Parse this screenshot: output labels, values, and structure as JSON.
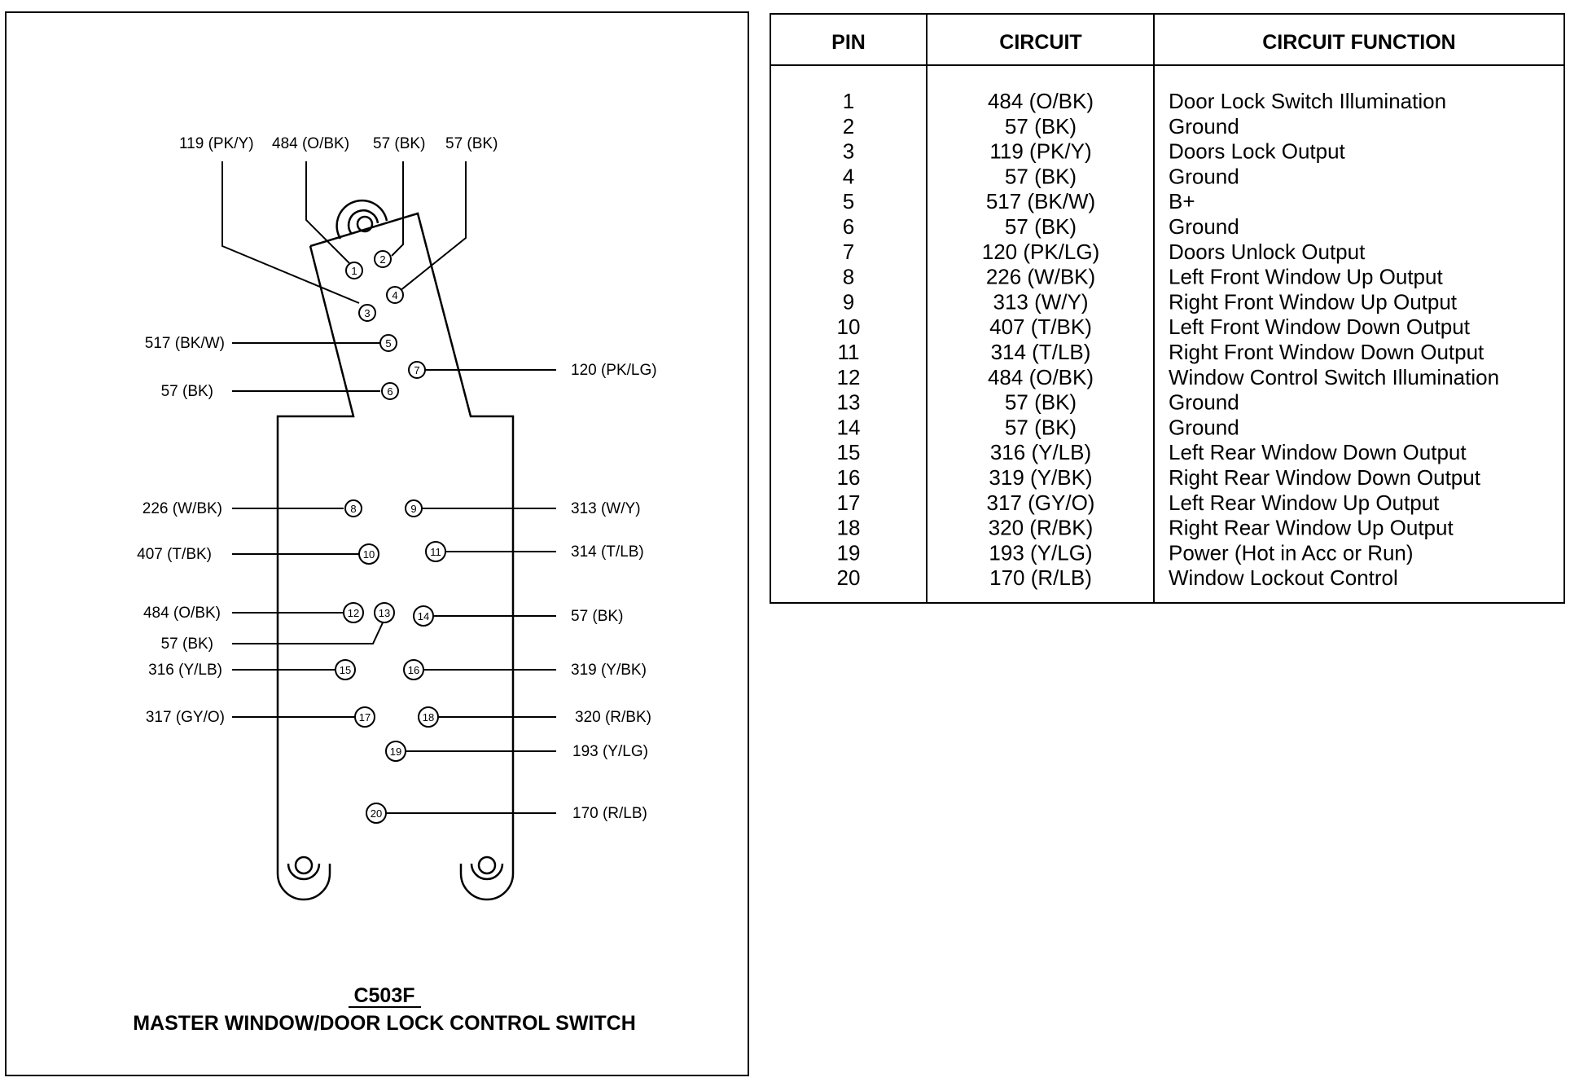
{
  "diagram": {
    "connector_id": "C503F",
    "title": "MASTER WINDOW/DOOR LOCK CONTROL SWITCH",
    "pins": [
      {
        "pin": "1",
        "label": "484 (O/BK)"
      },
      {
        "pin": "2",
        "label": "57 (BK)"
      },
      {
        "pin": "3",
        "label": "119 (PK/Y)"
      },
      {
        "pin": "4",
        "label": "57 (BK)"
      },
      {
        "pin": "5",
        "label": "517 (BK/W)"
      },
      {
        "pin": "6",
        "label": "57 (BK)"
      },
      {
        "pin": "7",
        "label": "120 (PK/LG)"
      },
      {
        "pin": "8",
        "label": "226 (W/BK)"
      },
      {
        "pin": "9",
        "label": "313 (W/Y)"
      },
      {
        "pin": "10",
        "label": "407 (T/BK)"
      },
      {
        "pin": "11",
        "label": "314 (T/LB)"
      },
      {
        "pin": "12",
        "label": "484 (O/BK)"
      },
      {
        "pin": "13",
        "label": "57 (BK)"
      },
      {
        "pin": "14",
        "label": "57 (BK)"
      },
      {
        "pin": "15",
        "label": "316 (Y/LB)"
      },
      {
        "pin": "16",
        "label": "319 (Y/BK)"
      },
      {
        "pin": "17",
        "label": "317 (GY/O)"
      },
      {
        "pin": "18",
        "label": "320 (R/BK)"
      },
      {
        "pin": "19",
        "label": "193 (Y/LG)"
      },
      {
        "pin": "20",
        "label": "170 (R/LB)"
      }
    ]
  },
  "table": {
    "headers": [
      "PIN",
      "CIRCUIT",
      "CIRCUIT FUNCTION"
    ],
    "rows": [
      [
        "1",
        "484 (O/BK)",
        "Door Lock Switch Illumination"
      ],
      [
        "2",
        "57 (BK)",
        "Ground"
      ],
      [
        "3",
        "119 (PK/Y)",
        "Doors Lock Output"
      ],
      [
        "4",
        "57 (BK)",
        "Ground"
      ],
      [
        "5",
        "517 (BK/W)",
        "B+"
      ],
      [
        "6",
        "57 (BK)",
        "Ground"
      ],
      [
        "7",
        "120 (PK/LG)",
        "Doors Unlock Output"
      ],
      [
        "8",
        "226 (W/BK)",
        "Left Front Window Up Output"
      ],
      [
        "9",
        "313 (W/Y)",
        "Right Front Window Up Output"
      ],
      [
        "10",
        "407 (T/BK)",
        "Left Front Window Down Output"
      ],
      [
        "11",
        "314 (T/LB)",
        "Right Front Window Down Output"
      ],
      [
        "12",
        "484 (O/BK)",
        "Window Control Switch Illumination"
      ],
      [
        "13",
        "57 (BK)",
        "Ground"
      ],
      [
        "14",
        "57 (BK)",
        "Ground"
      ],
      [
        "15",
        "316 (Y/LB)",
        "Left Rear Window Down Output"
      ],
      [
        "16",
        "319 (Y/BK)",
        "Right Rear Window Down Output"
      ],
      [
        "17",
        "317 (GY/O)",
        "Left Rear Window Up Output"
      ],
      [
        "18",
        "320 (R/BK)",
        "Right Rear Window Up Output"
      ],
      [
        "19",
        "193 (Y/LG)",
        "Power (Hot in Acc or Run)"
      ],
      [
        "20",
        "170 (R/LB)",
        "Window Lockout Control"
      ]
    ]
  }
}
